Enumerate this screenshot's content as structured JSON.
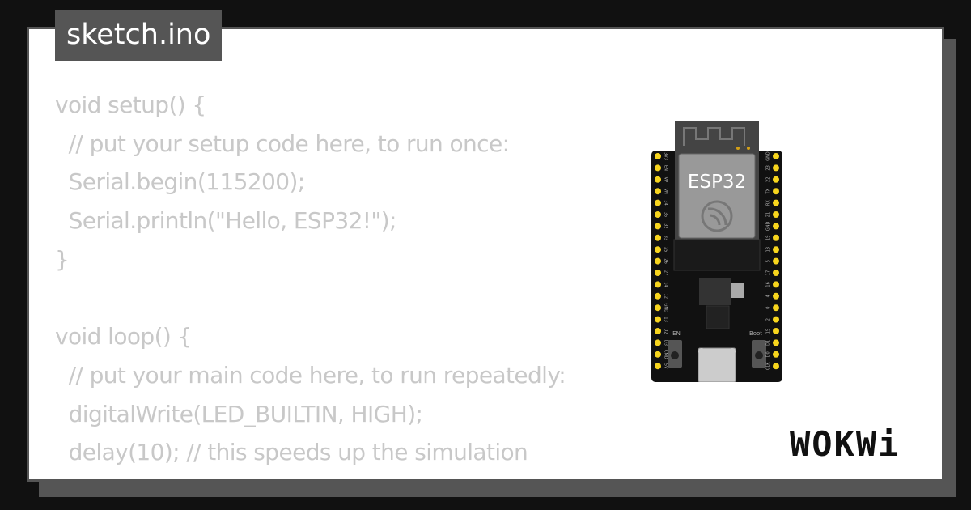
{
  "file_tab": {
    "title": "sketch.ino"
  },
  "code_lines": [
    "void setup() {",
    "  // put your setup code here, to run once:",
    "  Serial.begin(115200);",
    "  Serial.println(\"Hello, ESP32!\");",
    "}",
    "",
    "void loop() {",
    "  // put your main code here, to run repeatedly:",
    "  digitalWrite(LED_BUILTIN, HIGH);",
    "  delay(10); // this speeds up the simulation",
    "}"
  ],
  "board": {
    "chip_label": "ESP32",
    "left_pins": [
      "3V3",
      "EN",
      "VP",
      "VN",
      "34",
      "35",
      "32",
      "33",
      "25",
      "26",
      "27",
      "14",
      "12",
      "GND",
      "13",
      "D2",
      "D3",
      "CMD",
      "5V"
    ],
    "right_pins": [
      "GND",
      "23",
      "22",
      "TX",
      "RX",
      "21",
      "GND",
      "19",
      "18",
      "5",
      "17",
      "16",
      "4",
      "0",
      "2",
      "15",
      "D1",
      "D0",
      "CLK"
    ],
    "button_labels": [
      "EN",
      "Boot"
    ],
    "pin_color": "#f7d51d",
    "pcb_color": "#111111"
  },
  "logo": {
    "text": "WOKWi"
  }
}
